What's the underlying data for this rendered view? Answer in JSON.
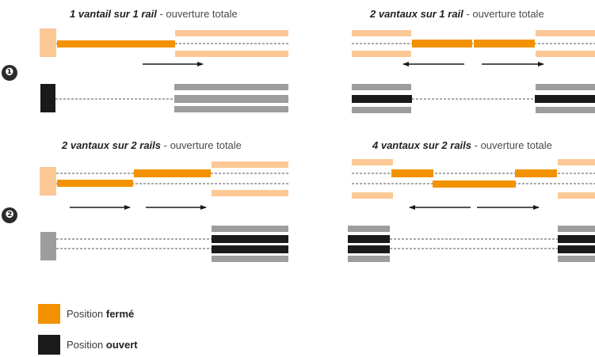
{
  "panels": [
    {
      "title_bold": "1 vantail sur 1 rail",
      "title_rest": " - ouverture totale"
    },
    {
      "title_bold": "2 vantaux sur 1 rail",
      "title_rest": " - ouverture totale"
    },
    {
      "title_bold": "2 vantaux sur 2 rails",
      "title_rest": " - ouverture totale"
    },
    {
      "title_bold": "4 vantaux sur 2 rails",
      "title_rest": " - ouverture totale"
    }
  ],
  "steps": [
    "❶",
    "❷"
  ],
  "legend": [
    {
      "prefix": "Position ",
      "bold": "fermé",
      "color": "#f39200"
    },
    {
      "prefix": "Position ",
      "bold": "ouvert",
      "color": "#1a1a1a"
    }
  ],
  "colors": {
    "closed": "#f39200",
    "open": "#1a1a1a",
    "wall_peach": "#fcc895",
    "wall_grey": "#9d9d9d",
    "dash": "#555555",
    "arrow": "#1a1a1a"
  }
}
